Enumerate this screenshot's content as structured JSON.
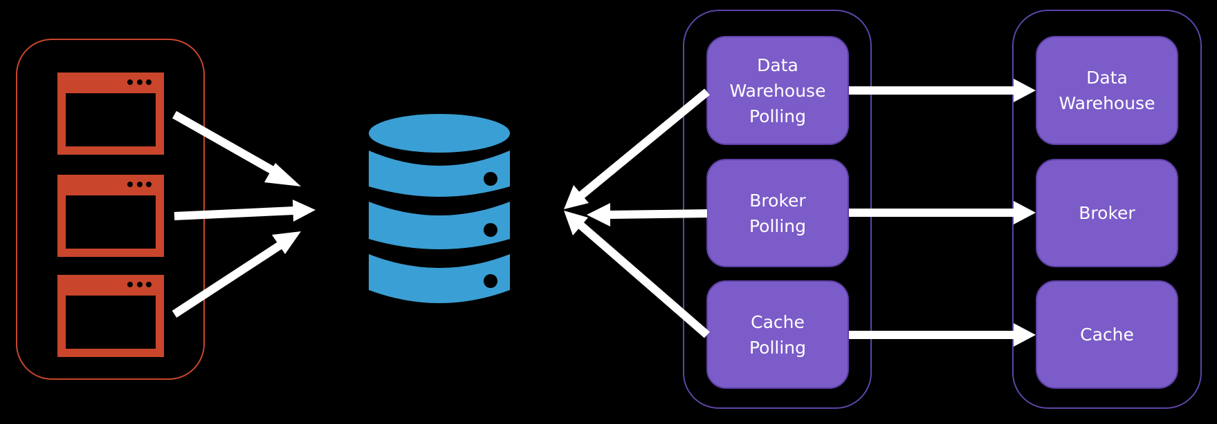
{
  "diagram": {
    "clients": {
      "label": "client-applications",
      "items": [
        {
          "name": "client-window-1"
        },
        {
          "name": "client-window-2"
        },
        {
          "name": "client-window-3"
        }
      ]
    },
    "database": {
      "icon": "database-icon"
    },
    "polling_services": [
      {
        "label": "Data\nWarehouse\nPolling"
      },
      {
        "label": "Broker\nPolling"
      },
      {
        "label": "Cache\nPolling"
      }
    ],
    "targets": [
      {
        "label": "Data\nWarehouse"
      },
      {
        "label": "Broker"
      },
      {
        "label": "Cache"
      }
    ],
    "colors": {
      "background": "#000000",
      "client": "#c9462c",
      "database": "#3a9fd4",
      "service": "#7b5cc8",
      "service_border": "#5d3fa5",
      "group_border": "#5e45a8",
      "arrow": "#ffffff"
    }
  }
}
